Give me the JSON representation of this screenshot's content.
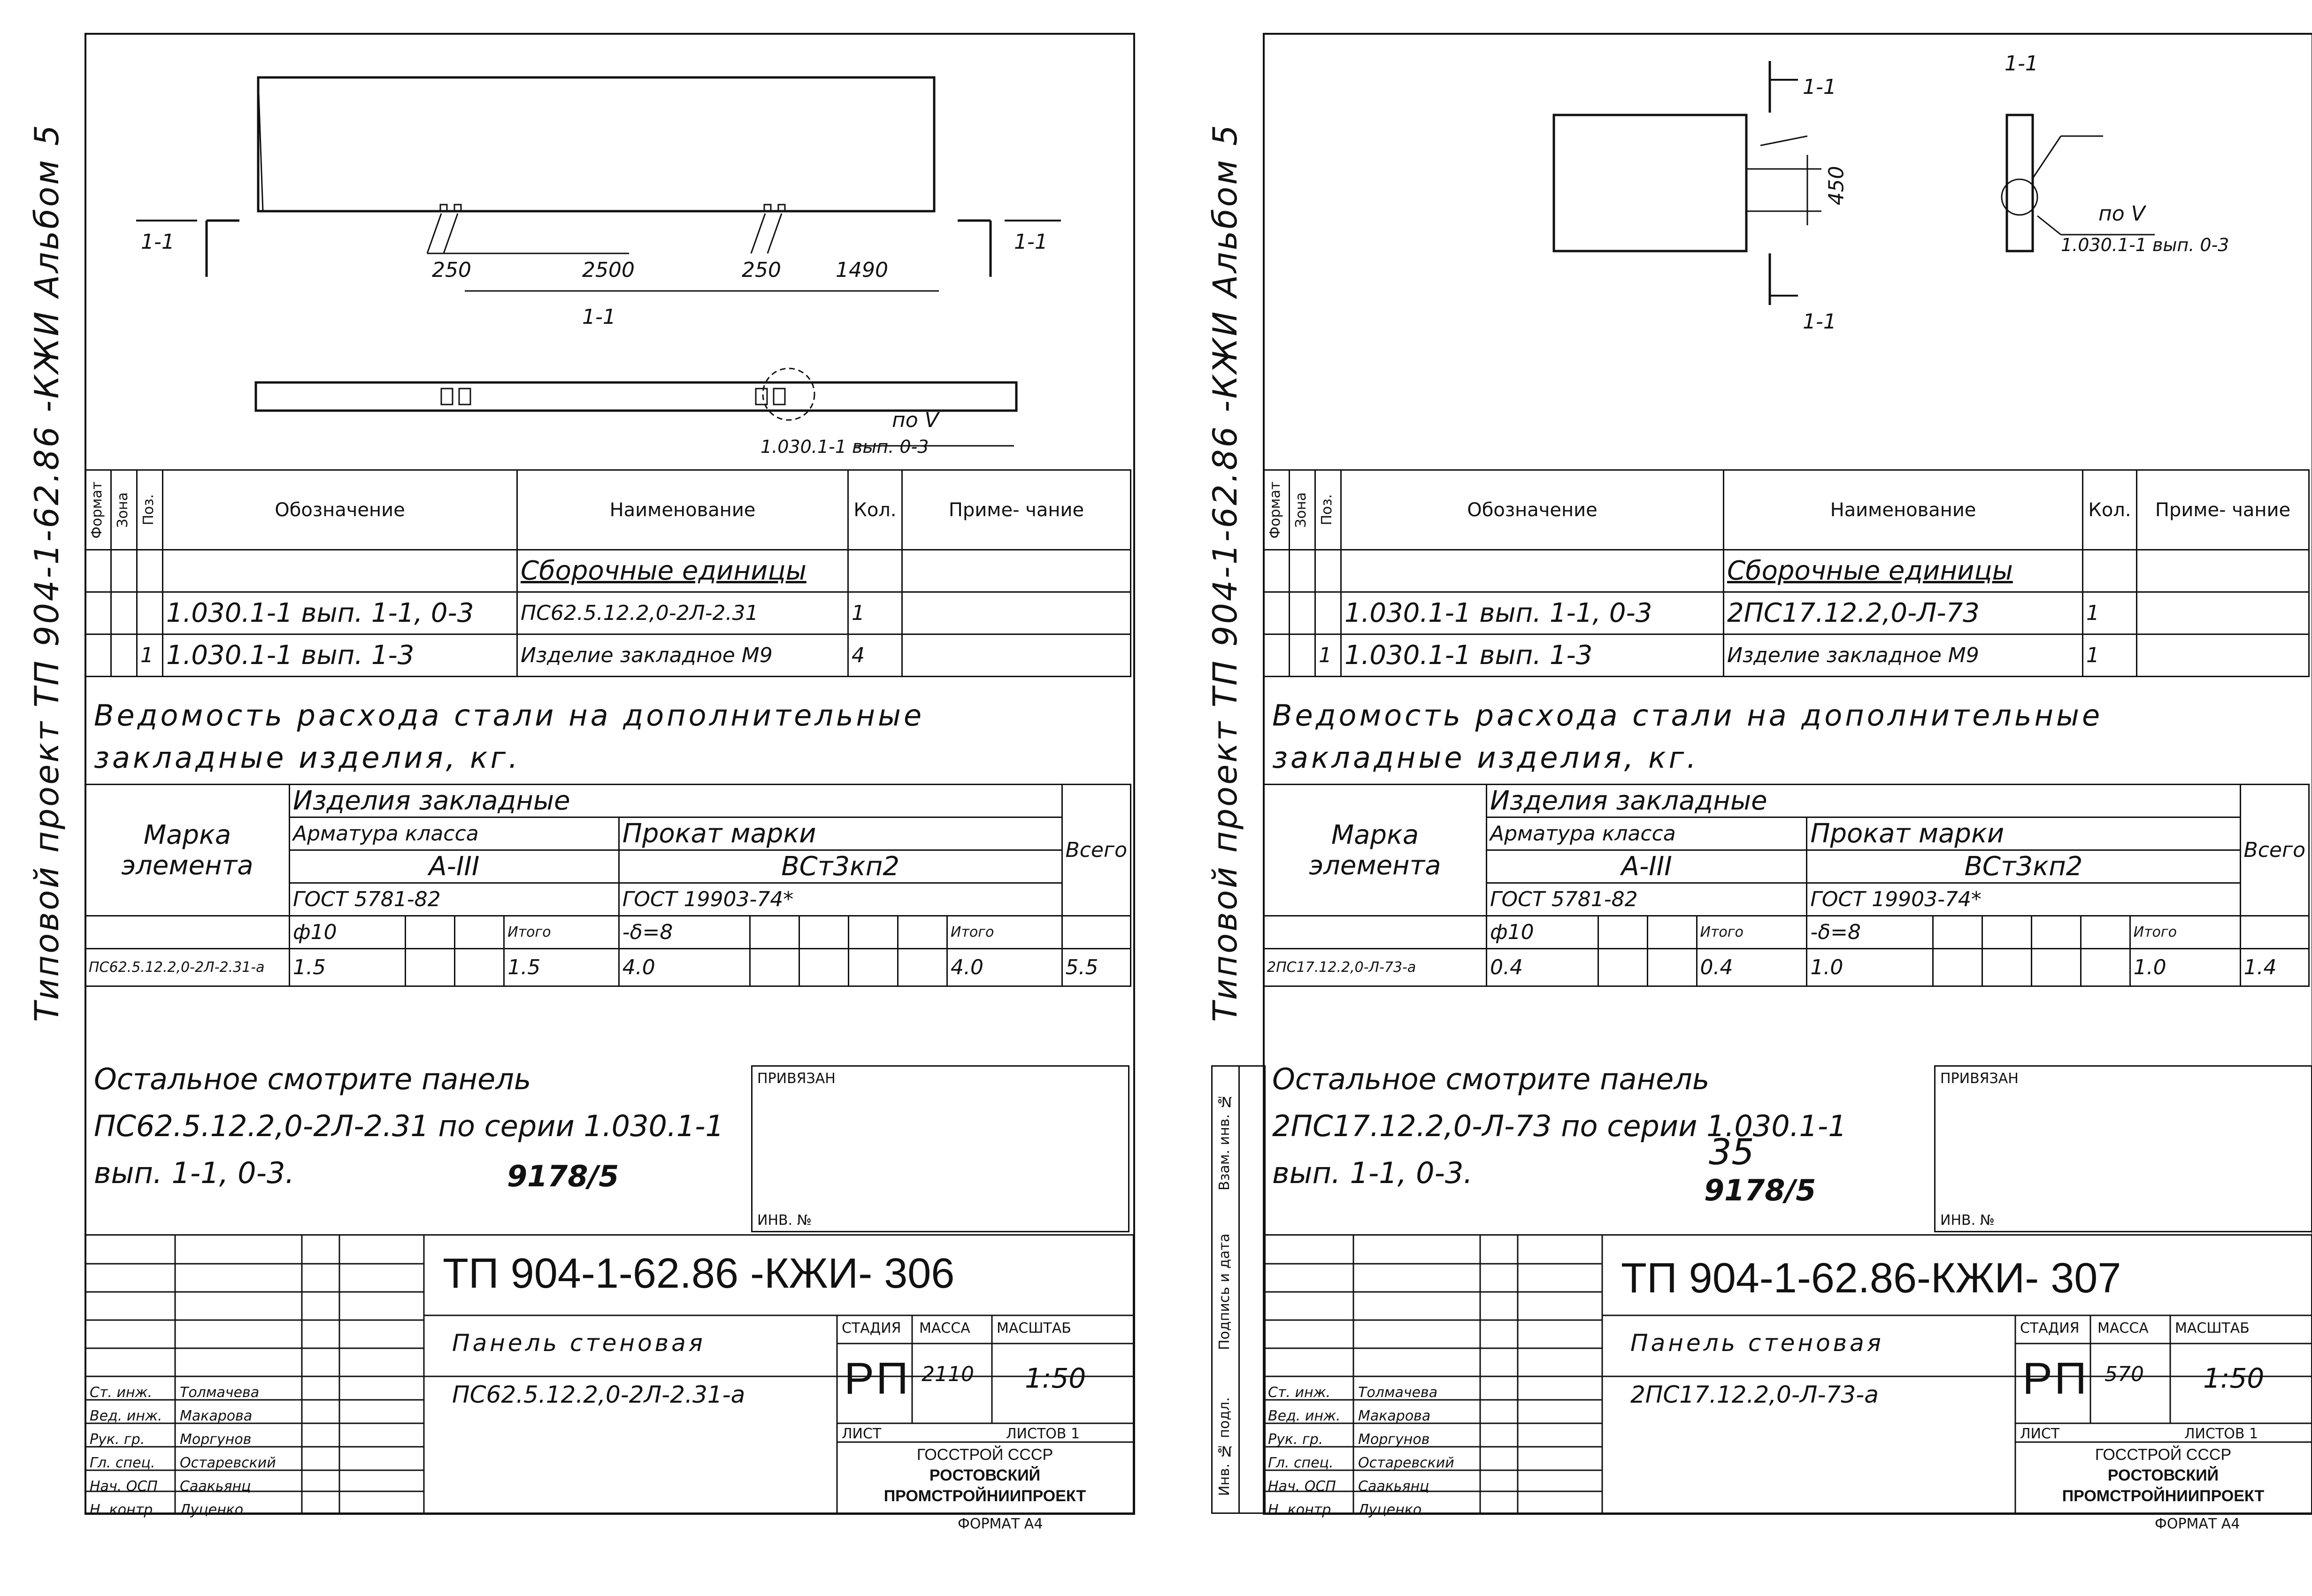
{
  "sidebar_label": "Типовой проект ТП 904-1-62.86 -КЖИ Альбом 5",
  "common": {
    "spec_headers": {
      "format": "Формат",
      "zone": "Зона",
      "pos": "Поз.",
      "designation": "Обозначение",
      "name": "Наименование",
      "qty": "Кол.",
      "note": "Приме- чание"
    },
    "steel_title": "Ведомость расхода стали на дополнительные закладные изделия, кг.",
    "marka_label": "Марка элемента",
    "embedded": "Изделия закладные",
    "armature": "Арматура класса",
    "rolled": "Прокат марки",
    "a3": "А-III",
    "vst": "ВСт3кп2",
    "gost1": "ГОСТ 5781-82",
    "gost2": "ГОСТ 19903-74*",
    "total_all": "Всего",
    "phi10": "ф10",
    "itogo": "Итого",
    "delta8": "-δ=8",
    "privyazan": "ПРИВЯЗАН",
    "inv": "ИНВ. №",
    "stage": "СТАДИЯ",
    "mass": "МАССА",
    "scale": "МАСШТАБ",
    "rp": "РП",
    "sheet": "ЛИСТ",
    "sheets": "ЛИСТОВ 1",
    "org1": "ГОССТРОЙ СССР",
    "org2": "РОСТОВСКИЙ",
    "org3": "ПРОМСТРОЙНИИПРОЕКТ",
    "format_a4": "ФОРМАТ А4",
    "roles": [
      "Ст. инж.",
      "Вед. инж.",
      "Рук. гр.",
      "Гл. спец.",
      "Нач. ОСП",
      "Н. контр."
    ],
    "people": [
      "Толмачева",
      "Макарова",
      "Моргунов",
      "Остаревский",
      "Саакьянц",
      "Луценко"
    ],
    "code": "9178/5",
    "section": "1-1",
    "po_v": "по V",
    "ref_v": "1.030.1-1 вып. 0-3"
  },
  "left": {
    "dims": [
      "250",
      "2500",
      "250",
      "1490"
    ],
    "spec_group": "Сборочные единицы",
    "rows": [
      {
        "pos": "",
        "designation": "1.030.1-1 вып. 1-1, 0-3",
        "name": "ПС62.5.12.2,0-2Л-2.31",
        "qty": "1"
      },
      {
        "pos": "1",
        "designation": "1.030.1-1 вып. 1-3",
        "name": "Изделие закладное М9",
        "qty": "4"
      }
    ],
    "elem": "ПС62.5.12.2,0-2Л-2.31-а",
    "vals": [
      "1.5",
      "1.5",
      "4.0",
      "4.0",
      "5.5"
    ],
    "note": [
      "Остальное смотрите панель",
      "ПС62.5.12.2,0-2Л-2.31 по серии 1.030.1-1",
      "вып. 1-1, 0-3."
    ],
    "doc_code": "ТП 904-1-62.86 -КЖИ- 306",
    "title1": "Панель стеновая",
    "title2": "ПС62.5.12.2,0-2Л-2.31-а",
    "mass_val": "2110",
    "scale_val": "1:50"
  },
  "right": {
    "dim": "450",
    "spec_group": "Сборочные единицы",
    "rows": [
      {
        "pos": "",
        "designation": "1.030.1-1 вып. 1-1, 0-3",
        "name": "2ПС17.12.2,0-Л-73",
        "qty": "1"
      },
      {
        "pos": "1",
        "designation": "1.030.1-1 вып. 1-3",
        "name": "Изделие закладное М9",
        "qty": "1"
      }
    ],
    "elem": "2ПС17.12.2,0-Л-73-а",
    "vals": [
      "0.4",
      "0.4",
      "1.0",
      "1.0",
      "1.4"
    ],
    "note": [
      "Остальное смотрите панель",
      "2ПС17.12.2,0-Л-73 по серии 1.030.1-1",
      "вып. 1-1, 0-3."
    ],
    "page_no": "35",
    "doc_code": "ТП 904-1-62.86-КЖИ- 307",
    "title1": "Панель стеновая",
    "title2": "2ПС17.12.2,0-Л-73-а",
    "mass_val": "570",
    "scale_val": "1:50",
    "side_cols": [
      "Инв. № подл.",
      "Подпись и дата",
      "Взам. инв. №"
    ]
  }
}
